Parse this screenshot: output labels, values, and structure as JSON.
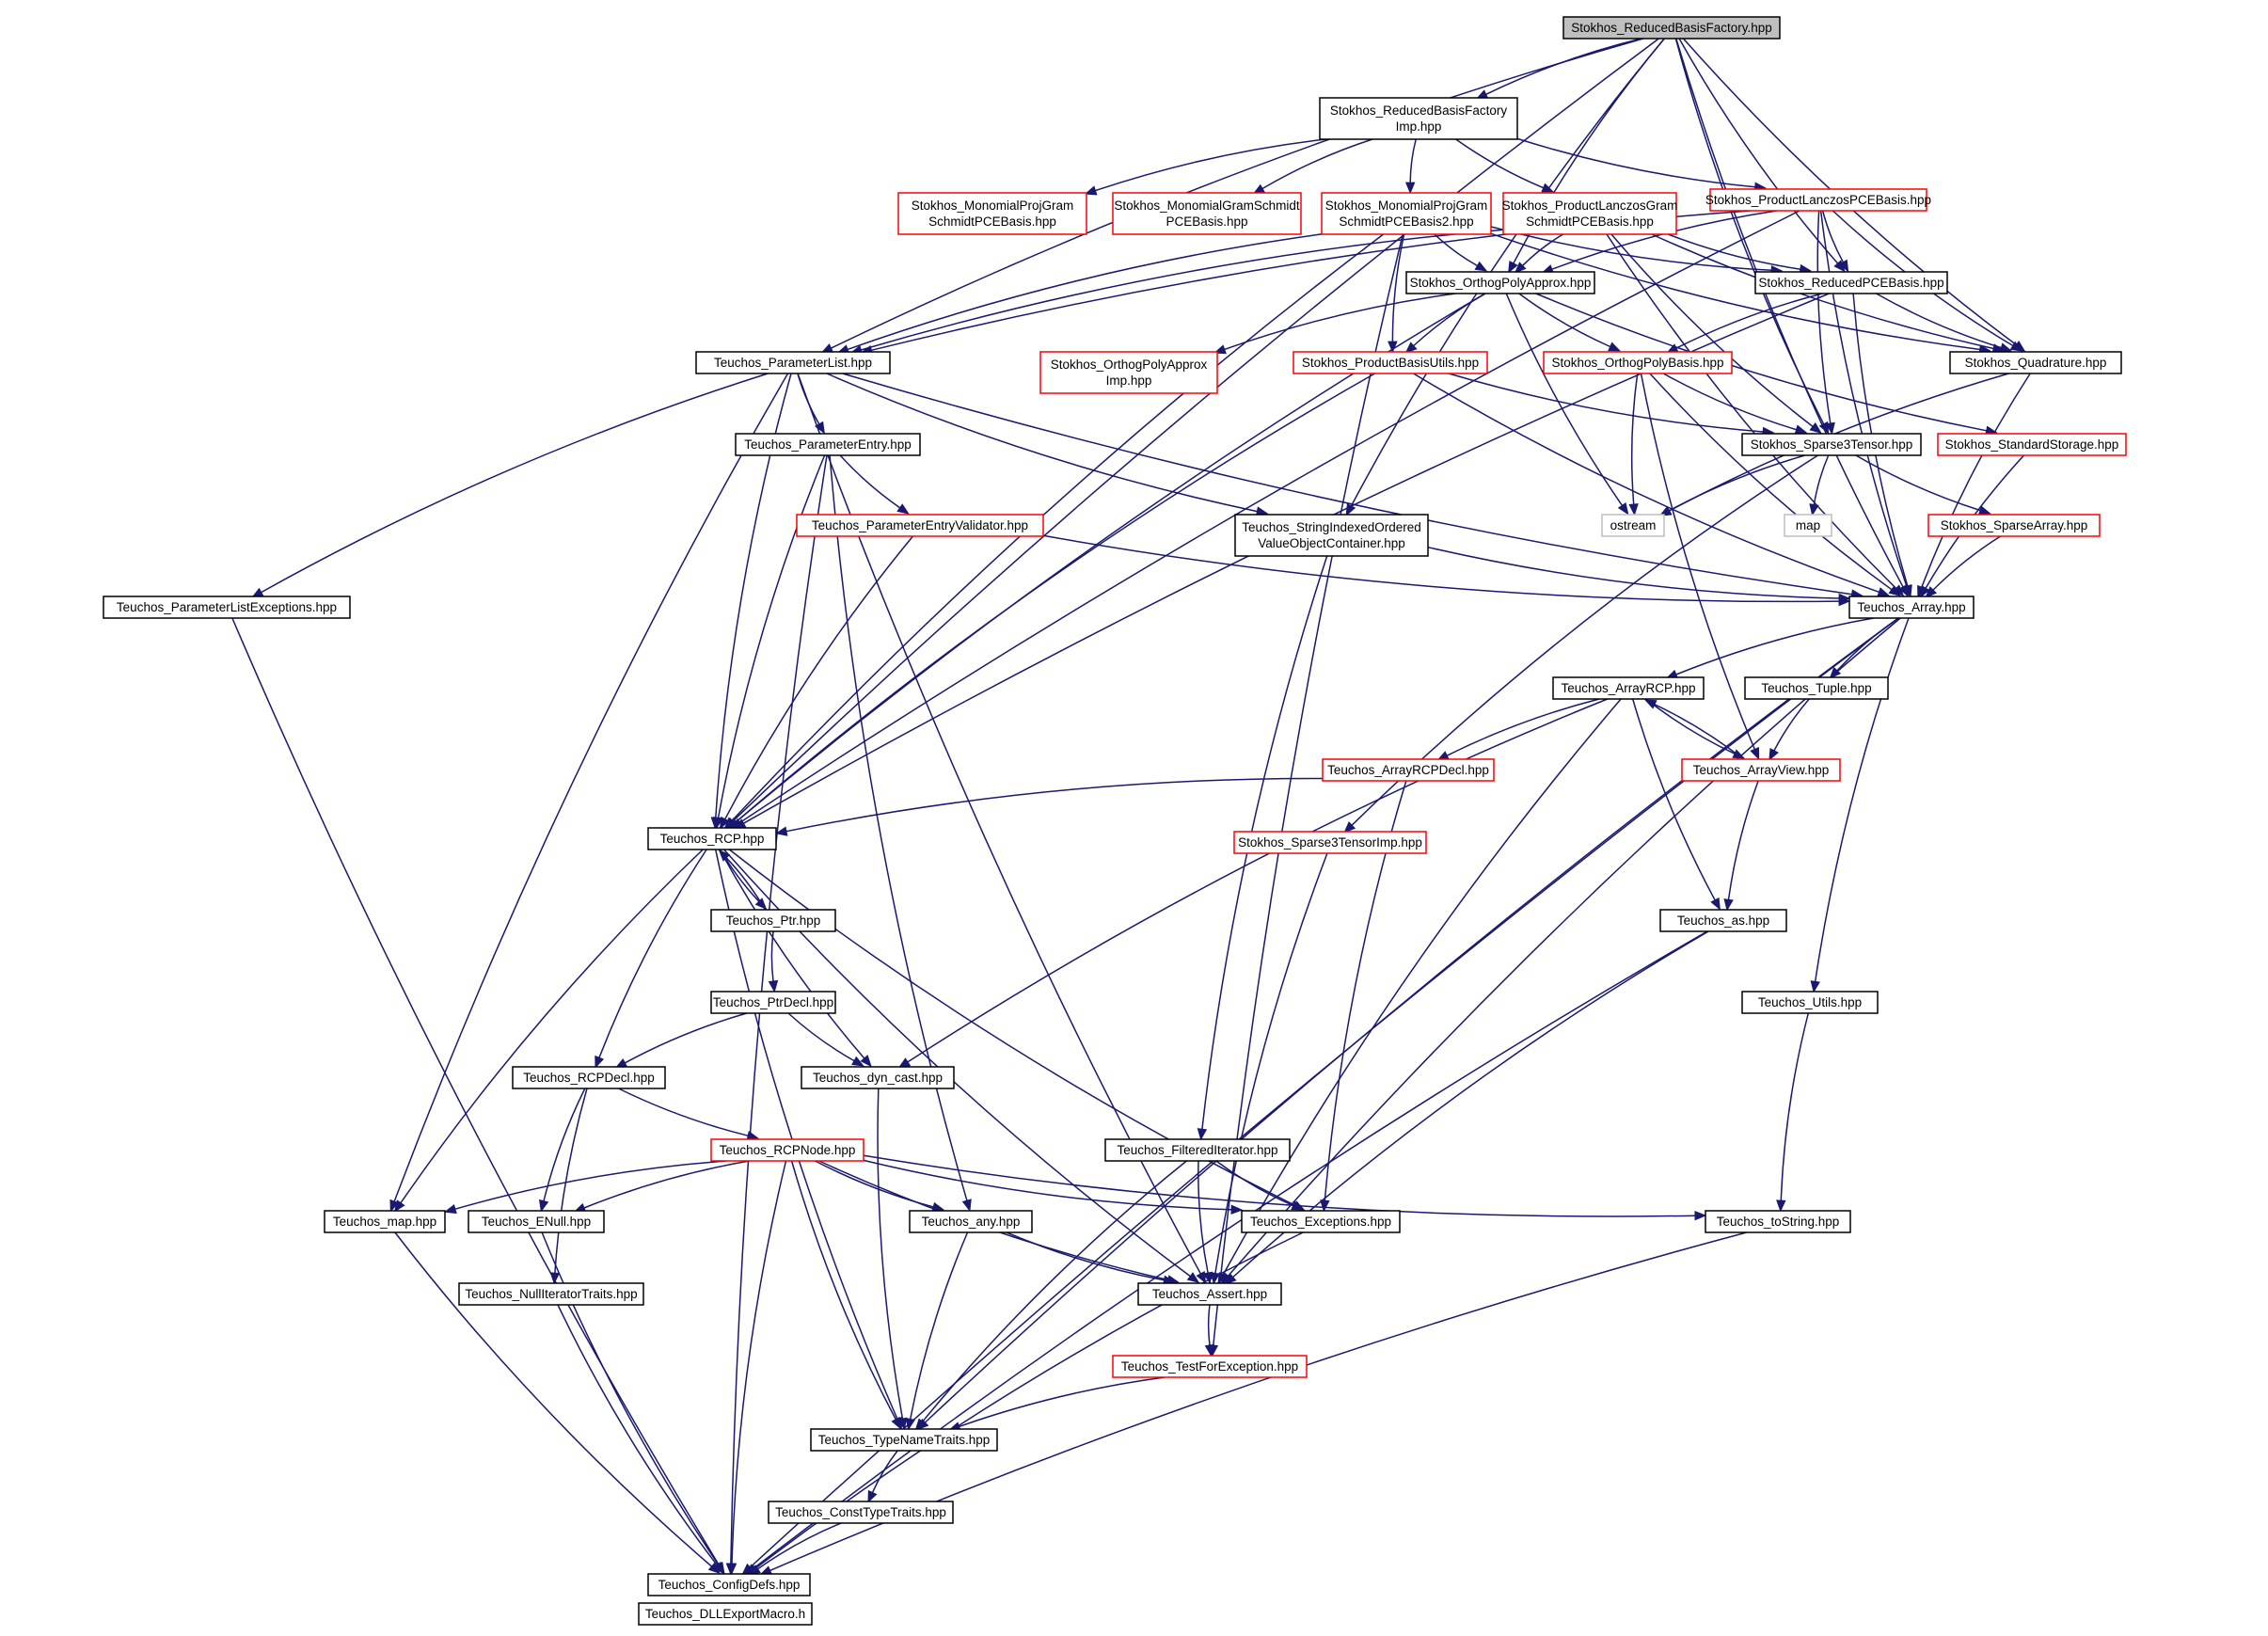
{
  "graph": {
    "title": "Stokhos_ReducedBasisFactory.hpp",
    "colors": {
      "edge": "#191970",
      "root_fill": "#bfbfbf",
      "normal_border": "#000000",
      "truncated_border": "#ff0000",
      "external_border": "#bfbfbf",
      "external_text": "#808080",
      "background": "#ffffff"
    },
    "nodes": [
      {
        "id": "root",
        "lines": [
          "Stokhos_ReducedBasisFactory.hpp"
        ],
        "kind": "root"
      },
      {
        "id": "rbf_imp",
        "lines": [
          "Stokhos_ReducedBasisFactory",
          "Imp.hpp"
        ],
        "kind": "normal"
      },
      {
        "id": "mono_proj",
        "lines": [
          "Stokhos_MonomialProjGram",
          "SchmidtPCEBasis.hpp"
        ],
        "kind": "truncated"
      },
      {
        "id": "mono_gram",
        "lines": [
          "Stokhos_MonomialGramSchmidt",
          "PCEBasis.hpp"
        ],
        "kind": "truncated"
      },
      {
        "id": "mono_proj2",
        "lines": [
          "Stokhos_MonomialProjGram",
          "SchmidtPCEBasis2.hpp"
        ],
        "kind": "truncated"
      },
      {
        "id": "prod_lanczos_gram",
        "lines": [
          "Stokhos_ProductLanczosGram",
          "SchmidtPCEBasis.hpp"
        ],
        "kind": "truncated"
      },
      {
        "id": "prod_lanczos",
        "lines": [
          "Stokhos_ProductLanczosPCEBasis.hpp"
        ],
        "kind": "truncated"
      },
      {
        "id": "orthog_approx",
        "lines": [
          "Stokhos_OrthogPolyApprox.hpp"
        ],
        "kind": "normal"
      },
      {
        "id": "reduced_pce",
        "lines": [
          "Stokhos_ReducedPCEBasis.hpp"
        ],
        "kind": "normal"
      },
      {
        "id": "param_list",
        "lines": [
          "Teuchos_ParameterList.hpp"
        ],
        "kind": "normal"
      },
      {
        "id": "orthog_approx_imp",
        "lines": [
          "Stokhos_OrthogPolyApprox",
          "Imp.hpp"
        ],
        "kind": "truncated"
      },
      {
        "id": "prod_basis_utils",
        "lines": [
          "Stokhos_ProductBasisUtils.hpp"
        ],
        "kind": "truncated"
      },
      {
        "id": "orthog_basis",
        "lines": [
          "Stokhos_OrthogPolyBasis.hpp"
        ],
        "kind": "truncated"
      },
      {
        "id": "quadrature",
        "lines": [
          "Stokhos_Quadrature.hpp"
        ],
        "kind": "normal"
      },
      {
        "id": "param_entry",
        "lines": [
          "Teuchos_ParameterEntry.hpp"
        ],
        "kind": "normal"
      },
      {
        "id": "sparse3",
        "lines": [
          "Stokhos_Sparse3Tensor.hpp"
        ],
        "kind": "normal"
      },
      {
        "id": "std_storage",
        "lines": [
          "Stokhos_StandardStorage.hpp"
        ],
        "kind": "truncated"
      },
      {
        "id": "param_validator",
        "lines": [
          "Teuchos_ParameterEntryValidator.hpp"
        ],
        "kind": "truncated"
      },
      {
        "id": "string_indexed",
        "lines": [
          "Teuchos_StringIndexedOrdered",
          "ValueObjectContainer.hpp"
        ],
        "kind": "normal"
      },
      {
        "id": "ostream",
        "lines": [
          "ostream"
        ],
        "kind": "external"
      },
      {
        "id": "map",
        "lines": [
          "map"
        ],
        "kind": "external"
      },
      {
        "id": "sparse_array",
        "lines": [
          "Stokhos_SparseArray.hpp"
        ],
        "kind": "truncated"
      },
      {
        "id": "param_list_exc",
        "lines": [
          "Teuchos_ParameterListExceptions.hpp"
        ],
        "kind": "normal"
      },
      {
        "id": "array",
        "lines": [
          "Teuchos_Array.hpp"
        ],
        "kind": "normal"
      },
      {
        "id": "array_rcp",
        "lines": [
          "Teuchos_ArrayRCP.hpp"
        ],
        "kind": "normal"
      },
      {
        "id": "tuple",
        "lines": [
          "Teuchos_Tuple.hpp"
        ],
        "kind": "normal"
      },
      {
        "id": "array_rcp_decl",
        "lines": [
          "Teuchos_ArrayRCPDecl.hpp"
        ],
        "kind": "truncated"
      },
      {
        "id": "array_view",
        "lines": [
          "Teuchos_ArrayView.hpp"
        ],
        "kind": "truncated"
      },
      {
        "id": "rcp",
        "lines": [
          "Teuchos_RCP.hpp"
        ],
        "kind": "normal"
      },
      {
        "id": "sparse3_imp",
        "lines": [
          "Stokhos_Sparse3TensorImp.hpp"
        ],
        "kind": "truncated"
      },
      {
        "id": "as",
        "lines": [
          "Teuchos_as.hpp"
        ],
        "kind": "normal"
      },
      {
        "id": "ptr",
        "lines": [
          "Teuchos_Ptr.hpp"
        ],
        "kind": "normal"
      },
      {
        "id": "ptr_decl",
        "lines": [
          "Teuchos_PtrDecl.hpp"
        ],
        "kind": "normal"
      },
      {
        "id": "utils",
        "lines": [
          "Teuchos_Utils.hpp"
        ],
        "kind": "normal"
      },
      {
        "id": "rcp_decl",
        "lines": [
          "Teuchos_RCPDecl.hpp"
        ],
        "kind": "normal"
      },
      {
        "id": "dyn_cast",
        "lines": [
          "Teuchos_dyn_cast.hpp"
        ],
        "kind": "normal"
      },
      {
        "id": "filtered_iter",
        "lines": [
          "Teuchos_FilteredIterator.hpp"
        ],
        "kind": "normal"
      },
      {
        "id": "rcp_node",
        "lines": [
          "Teuchos_RCPNode.hpp"
        ],
        "kind": "truncated"
      },
      {
        "id": "map_hpp",
        "lines": [
          "Teuchos_map.hpp"
        ],
        "kind": "normal"
      },
      {
        "id": "enull",
        "lines": [
          "Teuchos_ENull.hpp"
        ],
        "kind": "normal"
      },
      {
        "id": "any",
        "lines": [
          "Teuchos_any.hpp"
        ],
        "kind": "normal"
      },
      {
        "id": "exceptions",
        "lines": [
          "Teuchos_Exceptions.hpp"
        ],
        "kind": "normal"
      },
      {
        "id": "to_string",
        "lines": [
          "Teuchos_toString.hpp"
        ],
        "kind": "normal"
      },
      {
        "id": "null_iter",
        "lines": [
          "Teuchos_NullIteratorTraits.hpp"
        ],
        "kind": "normal"
      },
      {
        "id": "assert",
        "lines": [
          "Teuchos_Assert.hpp"
        ],
        "kind": "normal"
      },
      {
        "id": "test_for_exc",
        "lines": [
          "Teuchos_TestForException.hpp"
        ],
        "kind": "truncated"
      },
      {
        "id": "type_name",
        "lines": [
          "Teuchos_TypeNameTraits.hpp"
        ],
        "kind": "normal"
      },
      {
        "id": "const_type",
        "lines": [
          "Teuchos_ConstTypeTraits.hpp"
        ],
        "kind": "normal"
      },
      {
        "id": "config_defs",
        "lines": [
          "Teuchos_ConfigDefs.hpp"
        ],
        "kind": "normal"
      },
      {
        "id": "dll_export",
        "lines": [
          "Teuchos_DLLExportMacro.h"
        ],
        "kind": "normal"
      }
    ],
    "edges": [
      [
        "root",
        "rbf_imp"
      ],
      [
        "root",
        "param_list"
      ],
      [
        "root",
        "rcp"
      ],
      [
        "root",
        "reduced_pce"
      ],
      [
        "root",
        "quadrature"
      ],
      [
        "root",
        "sparse3"
      ],
      [
        "root",
        "array"
      ],
      [
        "root",
        "orthog_approx"
      ],
      [
        "root",
        "string_indexed"
      ],
      [
        "rbf_imp",
        "mono_proj"
      ],
      [
        "rbf_imp",
        "mono_gram"
      ],
      [
        "rbf_imp",
        "mono_proj2"
      ],
      [
        "rbf_imp",
        "prod_lanczos_gram"
      ],
      [
        "rbf_imp",
        "prod_lanczos"
      ],
      [
        "mono_proj2",
        "orthog_approx"
      ],
      [
        "mono_proj2",
        "reduced_pce"
      ],
      [
        "mono_proj2",
        "prod_basis_utils"
      ],
      [
        "mono_proj2",
        "param_list"
      ],
      [
        "mono_proj2",
        "rcp"
      ],
      [
        "mono_proj2",
        "quadrature"
      ],
      [
        "mono_proj2",
        "test_for_exc"
      ],
      [
        "prod_lanczos_gram",
        "orthog_approx"
      ],
      [
        "prod_lanczos_gram",
        "reduced_pce"
      ],
      [
        "prod_lanczos_gram",
        "sparse3"
      ],
      [
        "prod_lanczos_gram",
        "param_list"
      ],
      [
        "prod_lanczos_gram",
        "quadrature"
      ],
      [
        "prod_lanczos_gram",
        "array"
      ],
      [
        "prod_lanczos",
        "orthog_approx"
      ],
      [
        "prod_lanczos",
        "reduced_pce"
      ],
      [
        "prod_lanczos",
        "quadrature"
      ],
      [
        "prod_lanczos",
        "sparse3"
      ],
      [
        "prod_lanczos",
        "array"
      ],
      [
        "prod_lanczos",
        "param_list"
      ],
      [
        "prod_lanczos",
        "rcp"
      ],
      [
        "orthog_approx",
        "orthog_approx_imp"
      ],
      [
        "orthog_approx",
        "prod_basis_utils"
      ],
      [
        "orthog_approx",
        "orthog_basis"
      ],
      [
        "orthog_approx",
        "std_storage"
      ],
      [
        "orthog_approx",
        "ostream"
      ],
      [
        "orthog_approx",
        "rcp"
      ],
      [
        "reduced_pce",
        "orthog_basis"
      ],
      [
        "reduced_pce",
        "quadrature"
      ],
      [
        "reduced_pce",
        "array"
      ],
      [
        "reduced_pce",
        "rcp"
      ],
      [
        "param_list",
        "param_entry"
      ],
      [
        "param_list",
        "param_list_exc"
      ],
      [
        "param_list",
        "array"
      ],
      [
        "param_list",
        "rcp"
      ],
      [
        "param_list",
        "map_hpp"
      ],
      [
        "param_list",
        "assert"
      ],
      [
        "param_list",
        "string_indexed"
      ],
      [
        "prod_basis_utils",
        "sparse3"
      ],
      [
        "prod_basis_utils",
        "array"
      ],
      [
        "prod_basis_utils",
        "rcp"
      ],
      [
        "orthog_basis",
        "sparse3"
      ],
      [
        "orthog_basis",
        "ostream"
      ],
      [
        "orthog_basis",
        "array"
      ],
      [
        "orthog_basis",
        "array_view"
      ],
      [
        "quadrature",
        "ostream"
      ],
      [
        "quadrature",
        "array"
      ],
      [
        "param_entry",
        "param_validator"
      ],
      [
        "param_entry",
        "rcp"
      ],
      [
        "param_entry",
        "any"
      ],
      [
        "param_entry",
        "config_defs"
      ],
      [
        "sparse3",
        "ostream"
      ],
      [
        "sparse3",
        "map"
      ],
      [
        "sparse3",
        "sparse_array"
      ],
      [
        "sparse3",
        "sparse3_imp"
      ],
      [
        "std_storage",
        "array"
      ],
      [
        "sparse_array",
        "array"
      ],
      [
        "param_validator",
        "array"
      ],
      [
        "param_validator",
        "rcp"
      ],
      [
        "string_indexed",
        "array"
      ],
      [
        "string_indexed",
        "filtered_iter"
      ],
      [
        "param_list_exc",
        "config_defs"
      ],
      [
        "array",
        "array_rcp"
      ],
      [
        "array",
        "tuple"
      ],
      [
        "array",
        "assert"
      ],
      [
        "array",
        "type_name"
      ],
      [
        "array",
        "utils"
      ],
      [
        "array",
        "config_defs"
      ],
      [
        "array_rcp",
        "array_rcp_decl"
      ],
      [
        "array_rcp",
        "array_view"
      ],
      [
        "array_rcp",
        "as"
      ],
      [
        "array_rcp",
        "assert"
      ],
      [
        "array_rcp",
        "dyn_cast"
      ],
      [
        "tuple",
        "array_view"
      ],
      [
        "array_rcp_decl",
        "rcp"
      ],
      [
        "array_rcp_decl",
        "exceptions"
      ],
      [
        "array_view",
        "array_rcp"
      ],
      [
        "array_view",
        "as"
      ],
      [
        "rcp",
        "ptr"
      ],
      [
        "rcp",
        "rcp_decl"
      ],
      [
        "rcp",
        "dyn_cast"
      ],
      [
        "rcp",
        "map_hpp"
      ],
      [
        "rcp",
        "exceptions"
      ],
      [
        "rcp",
        "assert"
      ],
      [
        "rcp",
        "type_name"
      ],
      [
        "sparse3_imp",
        "assert"
      ],
      [
        "as",
        "assert"
      ],
      [
        "as",
        "config_defs"
      ],
      [
        "ptr",
        "rcp"
      ],
      [
        "ptr",
        "ptr_decl"
      ],
      [
        "ptr_decl",
        "rcp_decl"
      ],
      [
        "ptr_decl",
        "dyn_cast"
      ],
      [
        "utils",
        "to_string"
      ],
      [
        "rcp_decl",
        "rcp_node"
      ],
      [
        "rcp_decl",
        "enull"
      ],
      [
        "rcp_decl",
        "null_iter"
      ],
      [
        "dyn_cast",
        "type_name"
      ],
      [
        "filtered_iter",
        "exceptions"
      ],
      [
        "filtered_iter",
        "assert"
      ],
      [
        "filtered_iter",
        "type_name"
      ],
      [
        "rcp_node",
        "map_hpp"
      ],
      [
        "rcp_node",
        "enull"
      ],
      [
        "rcp_node",
        "any"
      ],
      [
        "rcp_node",
        "exceptions"
      ],
      [
        "rcp_node",
        "to_string"
      ],
      [
        "rcp_node",
        "assert"
      ],
      [
        "rcp_node",
        "type_name"
      ],
      [
        "rcp_node",
        "config_defs"
      ],
      [
        "map_hpp",
        "config_defs"
      ],
      [
        "enull",
        "config_defs"
      ],
      [
        "any",
        "assert"
      ],
      [
        "any",
        "type_name"
      ],
      [
        "exceptions",
        "config_defs"
      ],
      [
        "to_string",
        "config_defs"
      ],
      [
        "null_iter",
        "config_defs"
      ],
      [
        "assert",
        "test_for_exc"
      ],
      [
        "test_for_exc",
        "type_name"
      ],
      [
        "type_name",
        "const_type"
      ],
      [
        "const_type",
        "config_defs"
      ],
      [
        "config_defs",
        "dll_export"
      ]
    ]
  }
}
